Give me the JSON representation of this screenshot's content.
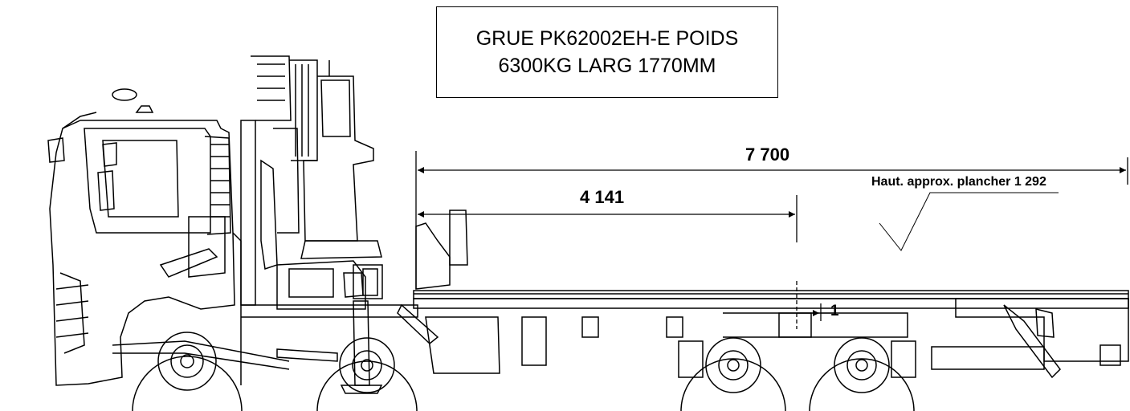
{
  "title_box": {
    "line1": "GRUE PK62002EH-E POIDS",
    "line2": "6300KG LARG 1770MM"
  },
  "dimensions": {
    "overall_length": "7 700",
    "front_length": "4 141",
    "small_gap": "1"
  },
  "floor_height_note": "Haut. approx. plancher 1 292",
  "colors": {
    "line": "#000000",
    "background": "#ffffff"
  }
}
